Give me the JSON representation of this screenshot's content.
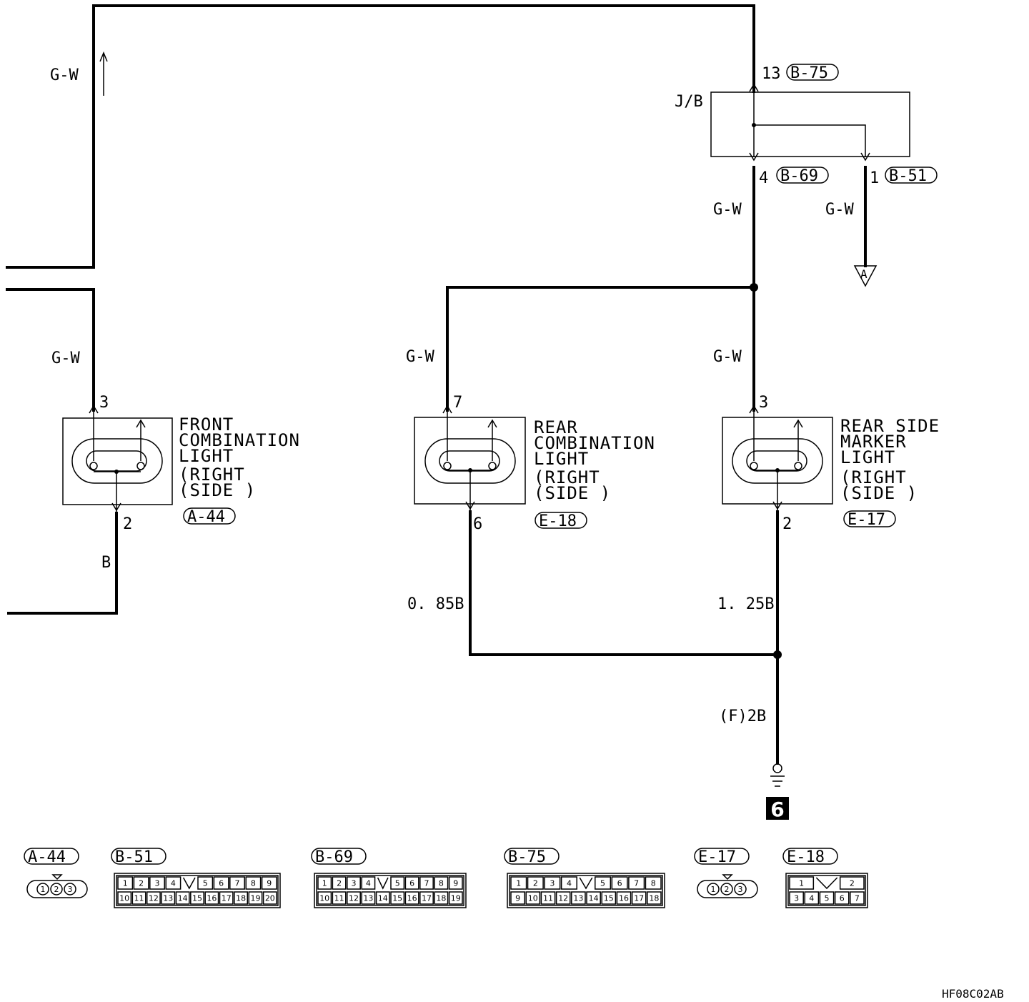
{
  "wire_colors": {
    "top_left": "G-W",
    "front_feed": "G-W",
    "jb_out_4": "G-W",
    "jb_out_1": "G-W",
    "rear_feed": "G-W",
    "side_feed": "G-W",
    "front_ground": "B",
    "rear_ground": "0. 85B",
    "side_ground": "1. 25B",
    "trunk_ground": "(F)2B"
  },
  "junction_block": {
    "label": "J/B",
    "in_pin": "13",
    "in_connector": "B-75",
    "out_pin_a": "4",
    "out_connector_a": "B-69",
    "out_pin_b": "1",
    "out_connector_b": "B-51",
    "arrow_letter": "A"
  },
  "components": {
    "front": {
      "name_lines": [
        "FRONT",
        "COMBINATION",
        "LIGHT"
      ],
      "side_lines": [
        "(RIGHT",
        "(SIDE  )"
      ],
      "connector": "A-44",
      "pin_in": "3",
      "pin_out": "2"
    },
    "rear": {
      "name_lines": [
        "REAR",
        "COMBINATION",
        "LIGHT"
      ],
      "side_lines": [
        "(RIGHT",
        "(SIDE  )"
      ],
      "connector": "E-18",
      "pin_in": "7",
      "pin_out": "6"
    },
    "side": {
      "name_lines": [
        "REAR SIDE",
        "MARKER",
        "LIGHT"
      ],
      "side_lines": [
        "(RIGHT",
        "(SIDE  )"
      ],
      "connector": "E-17",
      "pin_in": "3",
      "pin_out": "2"
    }
  },
  "ground_number": "6",
  "connector_views": [
    {
      "id": "A-44",
      "rows": [
        [
          "1",
          "2",
          "3"
        ]
      ]
    },
    {
      "id": "B-51",
      "rows": [
        [
          "1",
          "2",
          "3",
          "4",
          "",
          "5",
          "6",
          "7",
          "8",
          "9"
        ],
        [
          "10",
          "11",
          "12",
          "13",
          "14",
          "15",
          "16",
          "17",
          "18",
          "19",
          "20"
        ]
      ]
    },
    {
      "id": "B-69",
      "rows": [
        [
          "1",
          "2",
          "3",
          "4",
          "",
          "5",
          "6",
          "7",
          "8",
          "9"
        ],
        [
          "10",
          "11",
          "12",
          "13",
          "14",
          "15",
          "16",
          "17",
          "18",
          "19"
        ]
      ]
    },
    {
      "id": "B-75",
      "rows": [
        [
          "1",
          "2",
          "3",
          "4",
          "",
          "5",
          "6",
          "7",
          "8"
        ],
        [
          "9",
          "10",
          "11",
          "12",
          "13",
          "14",
          "15",
          "16",
          "17",
          "18"
        ]
      ]
    },
    {
      "id": "E-17",
      "rows": [
        [
          "1",
          "2",
          "3"
        ]
      ]
    },
    {
      "id": "E-18",
      "rows": [
        [
          "1",
          "",
          "2"
        ],
        [
          "3",
          "4",
          "5",
          "6",
          "7"
        ]
      ]
    }
  ],
  "figure_code": "HF08C02AB"
}
